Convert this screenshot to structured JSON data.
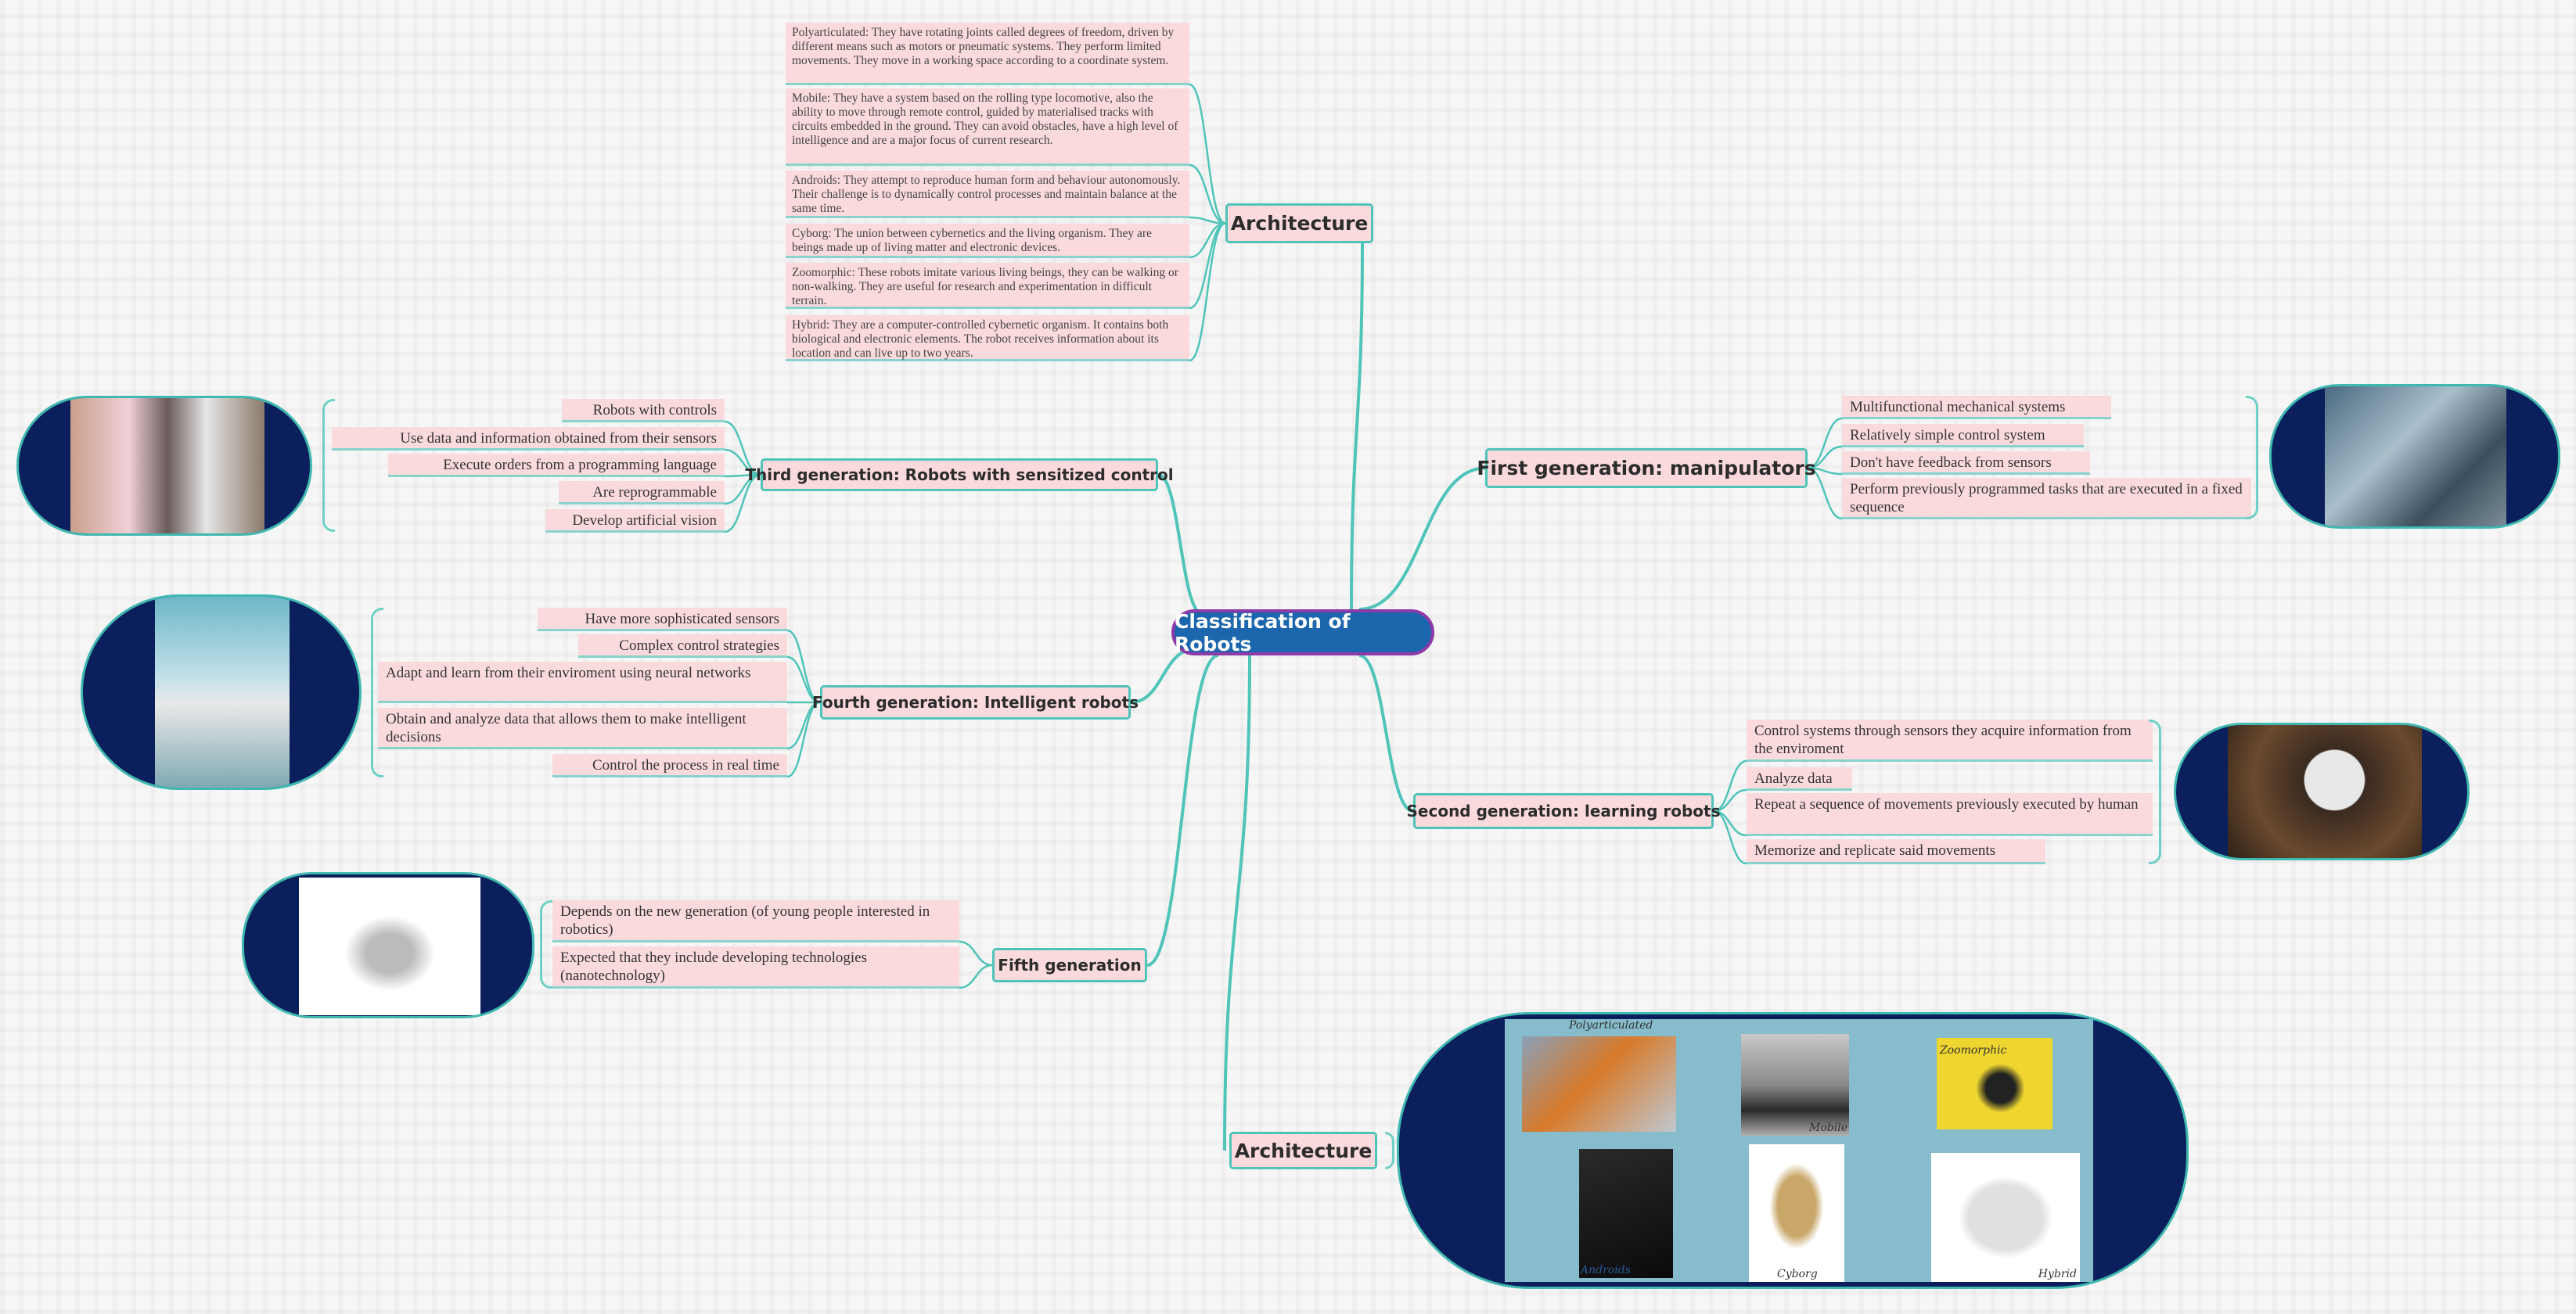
{
  "root": {
    "label": "Classification of Robots"
  },
  "colors": {
    "root_fill": "#1b66ad",
    "root_border": "#8e3aa8",
    "node_fill": "#fadadd",
    "connector": "#4fc4b8",
    "image_frame": "#0b1f5c"
  },
  "architecture_top": {
    "label": "Architecture",
    "items": [
      "Polyarticulated: They have rotating joints called degrees of freedom, driven by different means such as motors or pneumatic systems. They perform limited movements. They move in a working space according to a coordinate system.",
      "Mobile: They have a system based on the rolling type locomotive, also the ability to move through remote control, guided by materialised tracks with circuits embedded in the ground. They can avoid obstacles, have a high level of intelligence and are a major focus of current research.",
      "Androids: They attempt to reproduce human form and behaviour autonomously. Their challenge is to dynamically control processes and maintain balance at the same time.",
      "Cyborg: The union between cybernetics and the living organism. They are beings made up of living matter and electronic devices.",
      "Zoomorphic: These robots imitate various living beings, they can be walking or non-walking. They are useful for research and experimentation in difficult terrain.",
      "Hybrid: They are a computer-controlled cybernetic organism. It contains both biological and electronic elements. The robot receives information about its location and can live up to two years."
    ]
  },
  "first_generation": {
    "label": "First generation: manipulators",
    "items": [
      "Multifunctional mechanical systems",
      "Relatively simple control system",
      "Don't have feedback from sensors",
      "Perform previously programmed tasks that are executed in a fixed sequence"
    ]
  },
  "second_generation": {
    "label": "Second generation: learning robots",
    "items": [
      "Control systems through sensors they acquire information from the enviroment",
      "Analyze data",
      "Repeat a sequence of movements previously executed by human",
      "Memorize and replicate said movements"
    ]
  },
  "third_generation": {
    "label": "Third generation: Robots with sensitized control",
    "items": [
      "Robots with controls",
      "Use data and information obtained from their sensors",
      "Execute orders from a programming language",
      "Are reprogrammable",
      "Develop artificial vision"
    ]
  },
  "fourth_generation": {
    "label": "Fourth generation: Intelligent robots",
    "items": [
      "Have more sophisticated sensors",
      "Complex control strategies",
      "Adapt and learn from their enviroment using neural networks",
      "Obtain and analyze data that allows them to make intelligent decisions",
      "Control the process in real time"
    ]
  },
  "fifth_generation": {
    "label": "Fifth generation",
    "items": [
      "Depends on the new generation (of young people interested in robotics)",
      "Expected that they include developing technologies (nanotechnology)"
    ]
  },
  "architecture_bottom": {
    "label": "Architecture",
    "image_labels": [
      "Polyarticulated",
      "Mobile",
      "Zoomorphic",
      "Androids",
      "Cyborg",
      "Hybrid"
    ]
  }
}
